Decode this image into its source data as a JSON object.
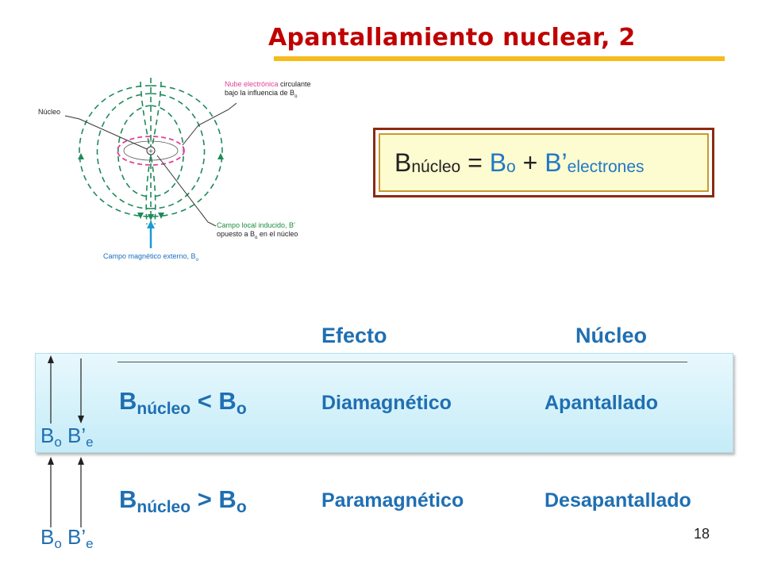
{
  "slide": {
    "title": "Apantallamiento nuclear, 2",
    "page_number": "18"
  },
  "diagram": {
    "nucleus_label": "Núcleo",
    "cloud_label_line1_pink": "Nube electrónica",
    "cloud_label_line1_rest": " circulante",
    "cloud_label_line2": "bajo la influencia de B",
    "cloud_label_line2_sub": "o",
    "induced_label_line1": "Campo local inducido, B'",
    "induced_label_line2_a": "opuesto a B",
    "induced_label_line2_sub": "o",
    "induced_label_line2_b": " en el núcleo",
    "external_label": "Campo magnético externo, B",
    "external_label_sub": "o",
    "nucleus_symbol": "+"
  },
  "formula": {
    "b": "B",
    "b_sub": "núcleo",
    "equals": " = ",
    "bo": "B",
    "bo_sub": "o",
    "plus": " + ",
    "bprime": "B’",
    "bprime_sub": "electrones"
  },
  "table": {
    "col_effect": "Efecto",
    "col_nucleus": "Núcleo",
    "rows": [
      {
        "b": "B",
        "b_sub": "núcleo",
        "op": " < ",
        "bo": "B",
        "bo_sub": "o",
        "effect": "Diamagnético",
        "nucleus": "Apantallado",
        "arrow_left": "B",
        "arrow_left_sub": "o",
        "arrow_right": "B’",
        "arrow_right_sub": "e"
      },
      {
        "b": "B",
        "b_sub": "núcleo",
        "op": " > ",
        "bo": "B",
        "bo_sub": "o",
        "effect": "Paramagnético",
        "nucleus": "Desapantallado",
        "arrow_left": "B",
        "arrow_left_sub": "o",
        "arrow_right": "B’",
        "arrow_right_sub": "e"
      }
    ]
  },
  "colors": {
    "title": "#c00000",
    "title_underline": "#f5bc1a",
    "text_blue": "#1f6fb2",
    "field_lines": "#1e8a5a",
    "electron_cloud": "#e0429a",
    "formula_border": "#8b2a12",
    "formula_fill": "#fdfbd0"
  }
}
